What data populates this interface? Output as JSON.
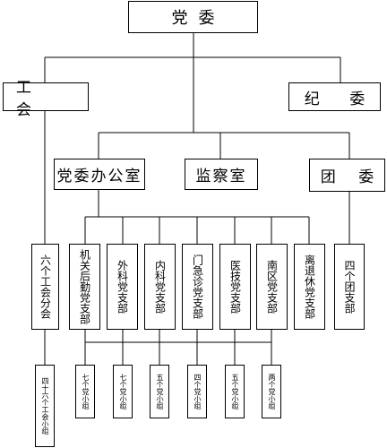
{
  "org_chart": {
    "top": "党委",
    "level2": {
      "left": "工 会",
      "right": "纪 委"
    },
    "level3": [
      "党委办公室",
      "监察室",
      "团 委"
    ],
    "level4": [
      "六个工会分会",
      "机关后勤党支部",
      "外科党支部",
      "内科党支部",
      "门急诊党支部",
      "医技党支部",
      "南区党支部",
      "离退休党支部",
      "四个团支部"
    ],
    "level5": [
      "四十六个工会小组",
      "七个党小组",
      "七个党小组",
      "五个党小组",
      "四个党小组",
      "五个党小组",
      "两个党小组"
    ]
  }
}
